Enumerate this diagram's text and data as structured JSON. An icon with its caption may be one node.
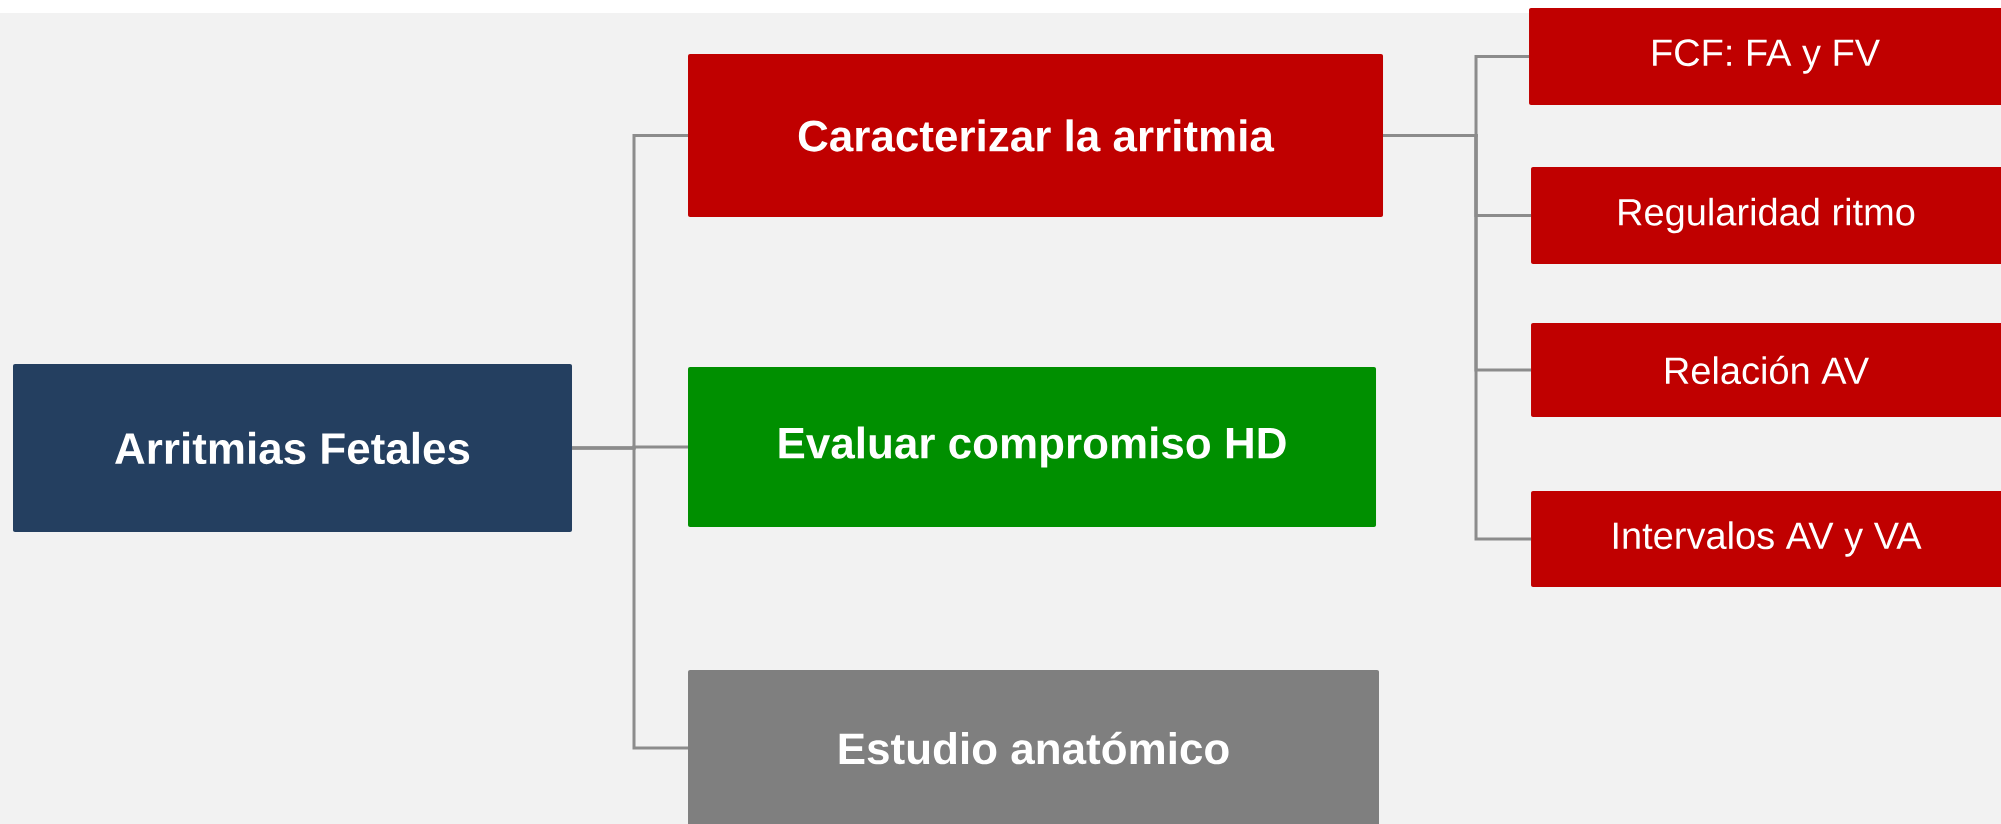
{
  "diagram": {
    "nodes": [
      {
        "text": [
          "Arritmias Fetales"
        ]
      },
      {
        "text": [
          "Caracterizar la arritmia"
        ]
      },
      {
        "text": [
          "Evaluar compromiso HD"
        ]
      },
      {
        "text": [
          "Estudio anatómico"
        ]
      },
      {
        "text": [
          "FCF: FA y FV"
        ]
      },
      {
        "text": [
          "Regularidad ritmo"
        ]
      },
      {
        "text": [
          "Relación AV"
        ]
      },
      {
        "text": [
          "Intervalos AV y VA"
        ]
      }
    ],
    "edges": [
      {
        "from": 0,
        "to": 1,
        "arrow": "none"
      },
      {
        "from": 0,
        "to": 2,
        "arrow": "none"
      },
      {
        "from": 0,
        "to": 3,
        "arrow": "none"
      },
      {
        "from": 1,
        "to": 4,
        "arrow": "none"
      },
      {
        "from": 1,
        "to": 5,
        "arrow": "none"
      },
      {
        "from": 1,
        "to": 6,
        "arrow": "none"
      },
      {
        "from": 1,
        "to": 7,
        "arrow": "none"
      }
    ]
  }
}
